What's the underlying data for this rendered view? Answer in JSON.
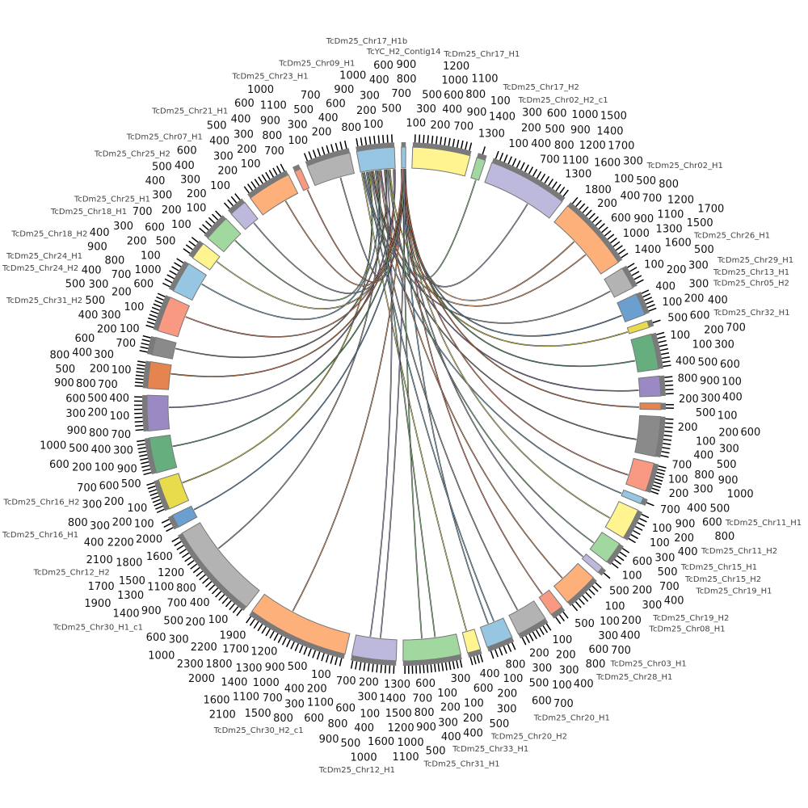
{
  "diagram": {
    "type": "circos-chord",
    "tick_label_values": [
      "100",
      "200",
      "300",
      "400",
      "500",
      "600",
      "700",
      "800",
      "900",
      "1000",
      "1100",
      "1200",
      "1300",
      "1400",
      "1500",
      "1600",
      "1700",
      "1800",
      "1900",
      "2000",
      "2100",
      "2200",
      "2300"
    ],
    "segments": [
      {
        "name": "TcYC_H2_Contig14",
        "size": 1,
        "color": "#97c6e2",
        "ticks": 0
      },
      {
        "name": "TcDm25_Chr17_H1",
        "size": 13,
        "color": "#fff48f",
        "ticks": 14
      },
      {
        "name": "TcDm25_Chr17_H2",
        "size": 2,
        "color": "#a1d89f",
        "ticks": 1
      },
      {
        "name": "TcDm25_Chr02_H2_c1",
        "size": 18,
        "color": "#bcb9dc",
        "ticks": 18
      },
      {
        "name": "TcDm25_Chr02_H1",
        "size": 17,
        "color": "#fdb07a",
        "ticks": 17
      },
      {
        "name": "TcDm25_Chr26_H1",
        "size": 5,
        "color": "#b3b3b3",
        "ticks": 5
      },
      {
        "name": "TcDm25_Chr05_H2",
        "size": 5,
        "color": "#6a9fcf",
        "ticks": 6
      },
      {
        "name": "TcDm25_Chr32_H1",
        "size": 1.5,
        "color": "#e8dc4c",
        "ticks": 1
      },
      {
        "name": "TcDm25_Chr13_H1",
        "size": 8,
        "color": "#66ae7e",
        "ticks": 9
      },
      {
        "name": "TcDm25_Chr29_H1",
        "size": 4.5,
        "color": "#9b89c3",
        "ticks": 5
      },
      {
        "name": "TcDm25_Chr11_H1",
        "size": 1.5,
        "color": "#e5844f",
        "ticks": 2
      },
      {
        "name": "TcDm25_Chr11_H2",
        "size": 9,
        "color": "#8a8a8a",
        "ticks": 10
      },
      {
        "name": "TcDm25_Chr15_H1",
        "size": 6.5,
        "color": "#f99982",
        "ticks": 9
      },
      {
        "name": "TcDm25_Chr15_H2",
        "size": 1.5,
        "color": "#97c6e2",
        "ticks": 1
      },
      {
        "name": "TcDm25_Chr19_H1",
        "size": 7,
        "color": "#fff48f",
        "ticks": 7
      },
      {
        "name": "TcDm25_Chr19_H2",
        "size": 5,
        "color": "#a1d89f",
        "ticks": 5
      },
      {
        "name": "TcDm25_Chr08_H1",
        "size": 1.5,
        "color": "#bcb9dc",
        "ticks": 1
      },
      {
        "name": "TcDm25_Chr03_H1",
        "size": 8,
        "color": "#fdb07a",
        "ticks": 8
      },
      {
        "name": "TcDm25_Chr28_H1",
        "size": 3,
        "color": "#f99982",
        "ticks": 3
      },
      {
        "name": "TcDm25_Chr20_H1",
        "size": 7,
        "color": "#b3b3b3",
        "ticks": 8
      },
      {
        "name": "TcDm25_Chr20_H2",
        "size": 6,
        "color": "#97c6e2",
        "ticks": 6
      },
      {
        "name": "TcDm25_Chr33_H1",
        "size": 3,
        "color": "#fff48f",
        "ticks": 4
      },
      {
        "name": "TcDm25_Chr31_H1",
        "size": 13,
        "color": "#a1d89f",
        "ticks": 16
      },
      {
        "name": "TcDm25_Chr12_H1",
        "size": 10,
        "color": "#bcb9dc",
        "ticks": 11
      },
      {
        "name": "TcDm25_Chr30_H2_c1",
        "size": 23,
        "color": "#fdb07a",
        "ticks": 23
      },
      {
        "name": "TcDm25_Chr30_H1_c1",
        "size": 22,
        "color": "#b3b3b3",
        "ticks": 22
      },
      {
        "name": "TcDm25_Chr12_H2",
        "size": 3,
        "color": "#6a9fcf",
        "ticks": 3
      },
      {
        "name": "TcDm25_Chr16_H2",
        "size": 7,
        "color": "#e8dc4c",
        "ticks": 9
      },
      {
        "name": "TcDm25_Chr16_H1",
        "size": 8,
        "color": "#66ae7e",
        "ticks": 10
      },
      {
        "name": "TcDm25_Chr31_H2",
        "size": 8,
        "color": "#9b89c3",
        "ticks": 9
      },
      {
        "name": "TcDm25_Chr24_H2",
        "size": 6,
        "color": "#e5844f",
        "ticks": 8
      },
      {
        "name": "TcDm25_Chr24_H1",
        "size": 4,
        "color": "#8a8a8a",
        "ticks": 5
      },
      {
        "name": "TcDm25_Chr18_H1",
        "size": 8,
        "color": "#f99982",
        "ticks": 10
      },
      {
        "name": "TcDm25_Chr18_H2",
        "size": 7,
        "color": "#97c6e2",
        "ticks": 7
      },
      {
        "name": "TcDm25_Chr25_H1",
        "size": 4,
        "color": "#fff48f",
        "ticks": 4
      },
      {
        "name": "TcDm25_Chr25_H2",
        "size": 6,
        "color": "#a1d89f",
        "ticks": 6
      },
      {
        "name": "TcDm25_Chr07_H1",
        "size": 4,
        "color": "#bcb9dc",
        "ticks": 4
      },
      {
        "name": "TcDm25_Chr21_H1",
        "size": 10,
        "color": "#fdb07a",
        "ticks": 11
      },
      {
        "name": "TcDm25_Chr23_H1",
        "size": 1.5,
        "color": "#f99982",
        "ticks": 0
      },
      {
        "name": "TcDm25_Chr09_H1",
        "size": 10,
        "color": "#b3b3b3",
        "ticks": 10
      },
      {
        "name": "TcDm25_Chr17_H1b",
        "size": 8.5,
        "color": "#97c6e2",
        "ticks": 9
      }
    ],
    "links": [
      {
        "source": 0,
        "target": 3
      },
      {
        "source": 40,
        "target": 4
      },
      {
        "source": 0,
        "target": 4
      },
      {
        "source": 40,
        "target": 5
      },
      {
        "source": 0,
        "target": 6
      },
      {
        "source": 40,
        "target": 7
      },
      {
        "source": 0,
        "target": 8
      },
      {
        "source": 40,
        "target": 9
      },
      {
        "source": 0,
        "target": 10
      },
      {
        "source": 40,
        "target": 11
      },
      {
        "source": 0,
        "target": 12
      },
      {
        "source": 40,
        "target": 13
      },
      {
        "source": 0,
        "target": 14
      },
      {
        "source": 40,
        "target": 15
      },
      {
        "source": 0,
        "target": 16
      },
      {
        "source": 40,
        "target": 17
      },
      {
        "source": 0,
        "target": 18
      },
      {
        "source": 40,
        "target": 19
      },
      {
        "source": 0,
        "target": 20
      },
      {
        "source": 40,
        "target": 21
      },
      {
        "source": 0,
        "target": 22
      },
      {
        "source": 40,
        "target": 23
      },
      {
        "source": 0,
        "target": 24
      },
      {
        "source": 40,
        "target": 25
      },
      {
        "source": 0,
        "target": 26
      },
      {
        "source": 40,
        "target": 27
      },
      {
        "source": 0,
        "target": 28
      },
      {
        "source": 40,
        "target": 29
      },
      {
        "source": 0,
        "target": 30
      },
      {
        "source": 40,
        "target": 31
      },
      {
        "source": 0,
        "target": 32
      },
      {
        "source": 40,
        "target": 33
      },
      {
        "source": 0,
        "target": 34
      },
      {
        "source": 40,
        "target": 35
      },
      {
        "source": 0,
        "target": 36
      },
      {
        "source": 40,
        "target": 37
      },
      {
        "source": 0,
        "target": 38
      },
      {
        "source": 40,
        "target": 39
      },
      {
        "source": 0,
        "target": 2
      },
      {
        "source": 40,
        "target": 22
      },
      {
        "source": 0,
        "target": 23
      },
      {
        "source": 40,
        "target": 20
      }
    ]
  }
}
